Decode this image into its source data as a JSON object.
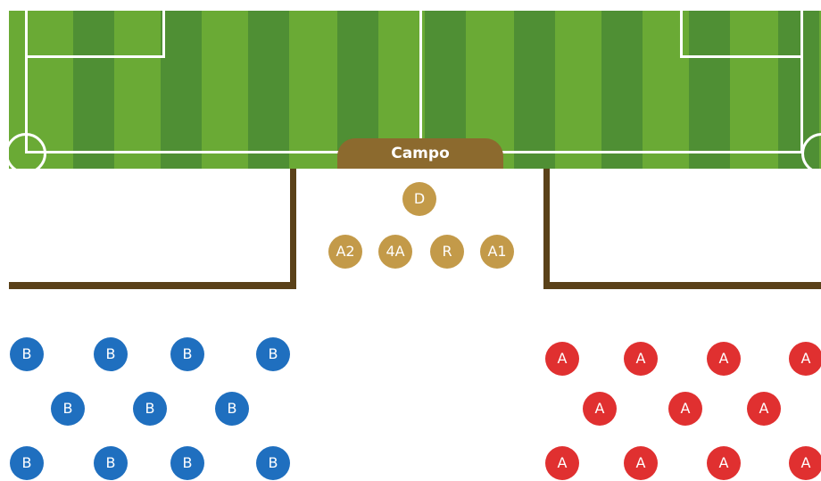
{
  "field_label": "Campo",
  "officials": [
    {
      "id": "D",
      "label": "D"
    },
    {
      "id": "A2",
      "label": "A2"
    },
    {
      "id": "4A",
      "label": "4A"
    },
    {
      "id": "R",
      "label": "R"
    },
    {
      "id": "A1",
      "label": "A1"
    }
  ],
  "bench_left": {
    "player_label": "B",
    "rows": [
      4,
      3,
      4
    ],
    "color": "#1f6fbf"
  },
  "bench_right": {
    "player_label": "A",
    "rows": [
      4,
      3,
      4
    ],
    "color": "#e03030"
  },
  "colors": {
    "grass_light": "#6aaa35",
    "grass_dark": "#4f8f34",
    "field_tab": "#8c6a2e",
    "official": "#c39a49",
    "divider": "#5a4119"
  }
}
